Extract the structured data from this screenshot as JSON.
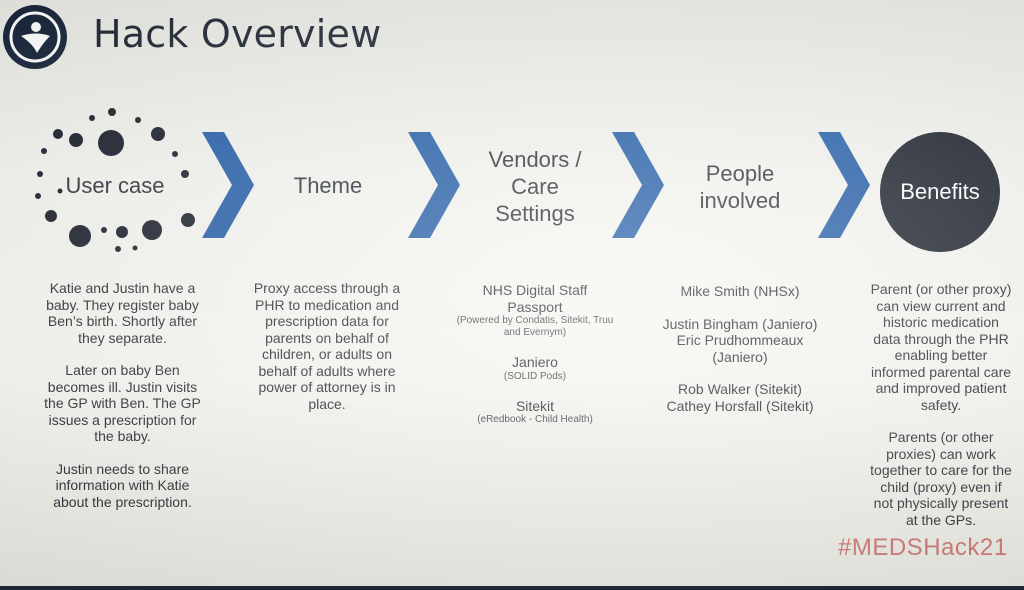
{
  "title": "Hack Overview",
  "headings": {
    "user_case": "User case",
    "theme": "Theme",
    "vendors": "Vendors / Care Settings",
    "people": "People involved",
    "benefits": "Benefits"
  },
  "user_case": {
    "p1": "Katie and Justin have a baby. They register baby Ben’s birth. Shortly after they separate.",
    "p2": "Later on baby Ben becomes ill. Justin visits the GP with Ben. The GP issues a prescription for the baby.",
    "p3": "Justin needs to share information with Katie about the prescription."
  },
  "theme": {
    "p1": "Proxy access through a PHR to medication and prescription data for parents on behalf of children, or adults on behalf of adults where power of attorney is in place."
  },
  "vendors": [
    {
      "name": "NHS Digital Staff Passport",
      "note": "(Powered by Condatis, Sitekit, Truu and Evernym)"
    },
    {
      "name": "Janiero",
      "note": "(SOLID Pods)"
    },
    {
      "name": "Sitekit",
      "note": "(eRedbook - Child Health)"
    }
  ],
  "people": {
    "p1": "Mike Smith (NHSx)",
    "p2": "Justin Bingham (Janiero)",
    "p3": "Eric Prudhommeaux (Janiero)",
    "p4": "Rob Walker (Sitekit)",
    "p5": "Cathey Horsfall (Sitekit)"
  },
  "benefits": {
    "p1": "Parent (or other proxy) can view current and historic medication data through the PHR enabling better informed parental care and improved patient safety.",
    "p2": "Parents (or other proxies) can work together to care for the child (proxy) even if not physically present at the GPs."
  },
  "hashtag": "#MEDSHack21",
  "colors": {
    "navy": "#17253a",
    "chevron_blue": "#1f5aa6",
    "benefits_circle": "#151b27",
    "hashtag": "#c96f69"
  },
  "icons": [
    "logo-icon",
    "dots-ring-icon",
    "chevron-right-icon"
  ]
}
